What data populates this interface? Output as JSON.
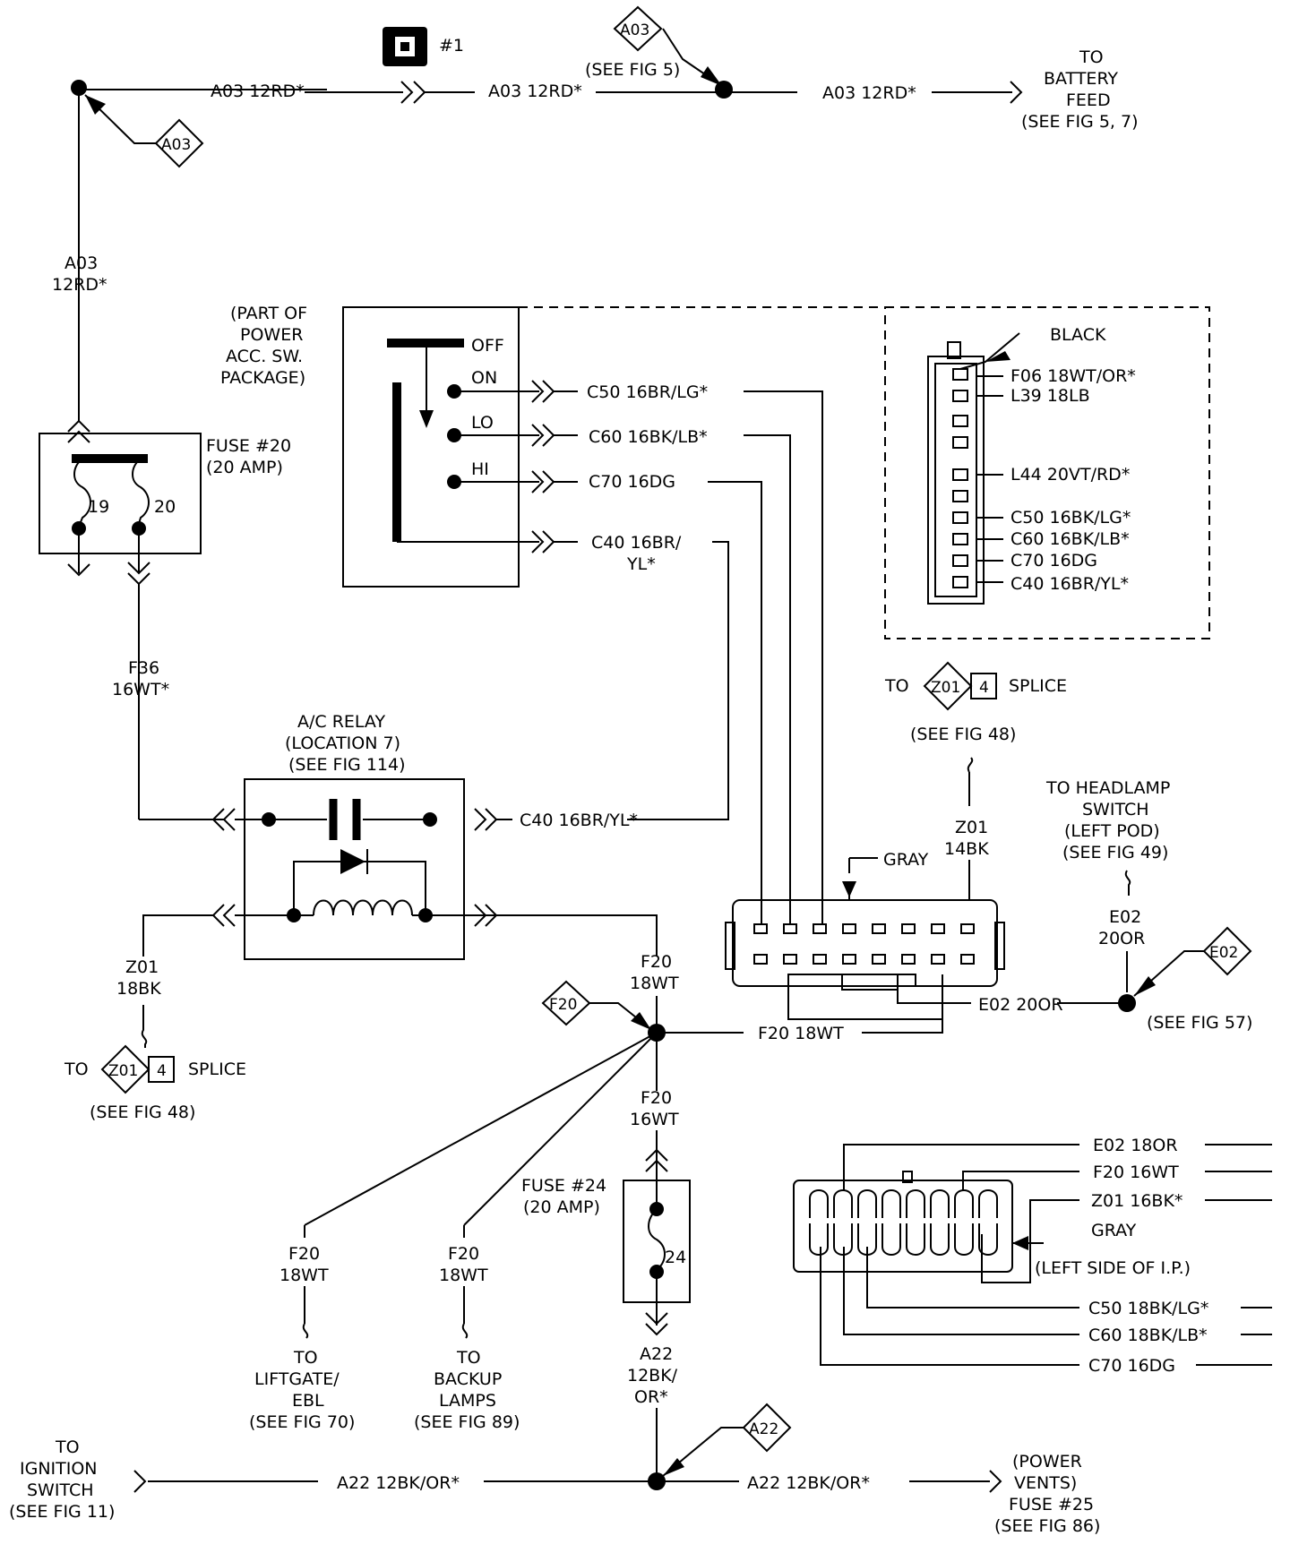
{
  "wires": {
    "a03_main": "A03 12RD*",
    "a03_v1": "A03",
    "a03_v2": "12RD*",
    "f36_1": "F36",
    "f36_2": "16WT*",
    "c50": "C50 16BR/LG*",
    "c60": "C60 16BK/LB*",
    "c70": "C70 16DG",
    "c40_1": "C40 16BR/",
    "c40_2": "YL*",
    "c40_relay": "C40 16BR/YL*",
    "z01_1": "Z01",
    "z01_2": "18BK",
    "z01b_1": "Z01",
    "z01b_2": "14BK",
    "f20a_1": "F20",
    "f20a_2": "18WT",
    "f20_horiz": "F20 18WT",
    "f20b_1": "F20",
    "f20b_2": "16WT",
    "f20c_1": "F20",
    "f20c_2": "18WT",
    "f20d_1": "F20",
    "f20d_2": "18WT",
    "e02_1": "E02",
    "e02_2": "20OR",
    "e02_horiz": "E02 20OR",
    "a22_1": "A22",
    "a22_2": "12BK/",
    "a22_3": "OR*",
    "a22_horiz": "A22 12BK/OR*"
  },
  "diamonds": {
    "a03": "A03",
    "z01": "Z01",
    "f20": "F20",
    "e02": "E02",
    "a22": "A22",
    "splice_num": "4"
  },
  "labels": {
    "conn1": "#1",
    "see_fig5": "(SEE FIG 5)",
    "to": "TO",
    "battery": "BATTERY",
    "feed": "FEED",
    "see_fig57": "(SEE FIG 5, 7)",
    "part_of": "(PART OF",
    "power": "POWER",
    "acc_sw": "ACC. SW.",
    "package": "PACKAGE)",
    "off": "OFF",
    "on": "ON",
    "lo": "LO",
    "hi": "HI",
    "black": "BLACK",
    "fuse20": "FUSE #20",
    "amp20": "(20 AMP)",
    "n19": "19",
    "n20": "20",
    "ac_relay": "A/C RELAY",
    "location7": "(LOCATION 7)",
    "see_fig114": "(SEE FIG 114)",
    "splice": "SPLICE",
    "see_fig48": "(SEE FIG 48)",
    "gray": "GRAY",
    "headlamp1": "TO HEADLAMP",
    "headlamp2": "SWITCH",
    "headlamp3": "(LEFT POD)",
    "headlamp4": "(SEE FIG 49)",
    "see_fig57_b": "(SEE FIG 57)",
    "fuse24": "FUSE #24",
    "amp20b": "(20 AMP)",
    "n24": "24",
    "liftgate": "LIFTGATE/",
    "ebl": "EBL",
    "see_fig70": "(SEE FIG 70)",
    "backup": "BACKUP",
    "lamps": "LAMPS",
    "see_fig89": "(SEE FIG 89)",
    "ignition": "IGNITION",
    "switch": "SWITCH",
    "see_fig11": "(SEE FIG 11)",
    "power_open": "(POWER",
    "vents": "VENTS)",
    "fuse25": "FUSE #25",
    "see_fig86": "(SEE FIG 86)",
    "left_side_ip": "(LEFT SIDE OF I.P.)"
  },
  "black_connector": [
    "F06 18WT/OR*",
    "L39 18LB",
    "L44  20VT/RD*",
    "C50 16BK/LG*",
    "C60 16BK/LB*",
    "C70 16DG",
    "C40 16BR/YL*"
  ],
  "ip_connector": [
    "E02 18OR",
    "F20 16WT",
    "Z01 16BK*",
    "GRAY",
    "C50 18BK/LG*",
    "C60 18BK/LB*",
    "C70 16DG"
  ]
}
